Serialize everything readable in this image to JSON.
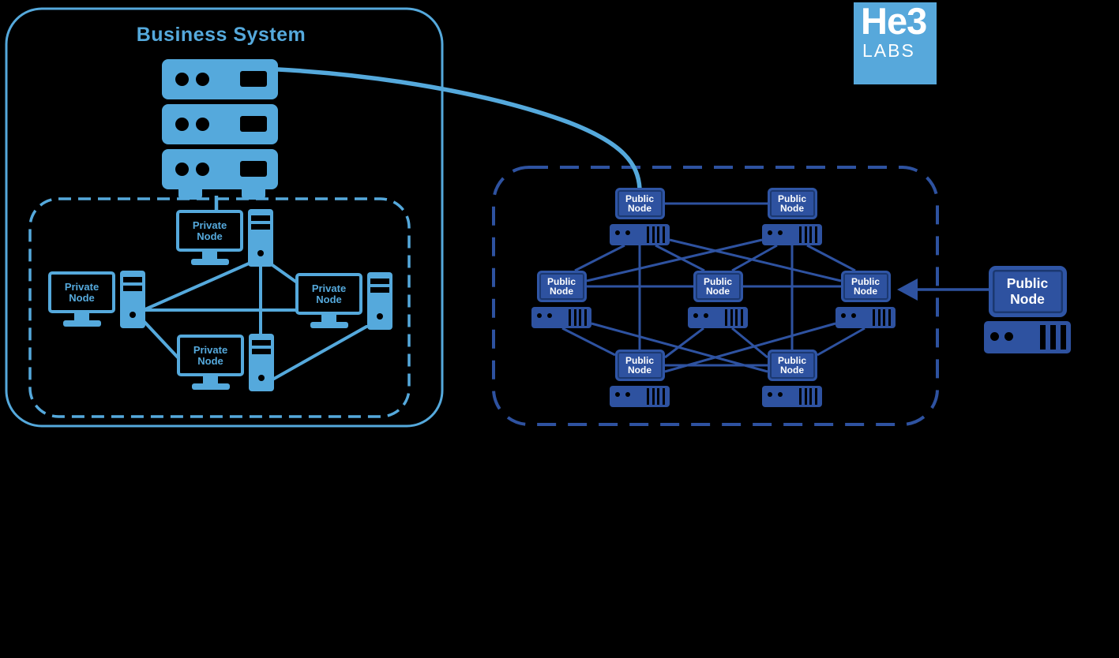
{
  "business_system": {
    "title": "Business System",
    "private_nodes": [
      {
        "label": "Private Node"
      },
      {
        "label": "Private Node"
      },
      {
        "label": "Private Node"
      },
      {
        "label": "Private Node"
      }
    ]
  },
  "public_network": {
    "nodes": [
      {
        "label": "Public Node"
      },
      {
        "label": "Public Node"
      },
      {
        "label": "Public Node"
      },
      {
        "label": "Public Node"
      },
      {
        "label": "Public Node"
      },
      {
        "label": "Public Node"
      },
      {
        "label": "Public Node"
      }
    ]
  },
  "external_node": {
    "label": "Public Node"
  },
  "logo": {
    "title": "He3",
    "subtitle": "LABS"
  },
  "colors": {
    "light_blue": "#55A9DC",
    "dark_blue": "#2E52A0",
    "navy_inner_line": "#1B3870",
    "logo_blue": "#57A8DB",
    "text_white": "#FFFFFF",
    "background": "#000000"
  },
  "icons": {
    "server_stack": "server-stack-icon",
    "monitor": "monitor-icon",
    "tower": "computer-tower-icon",
    "server_rack": "server-rack-icon",
    "arrow": "arrow-left-icon"
  }
}
